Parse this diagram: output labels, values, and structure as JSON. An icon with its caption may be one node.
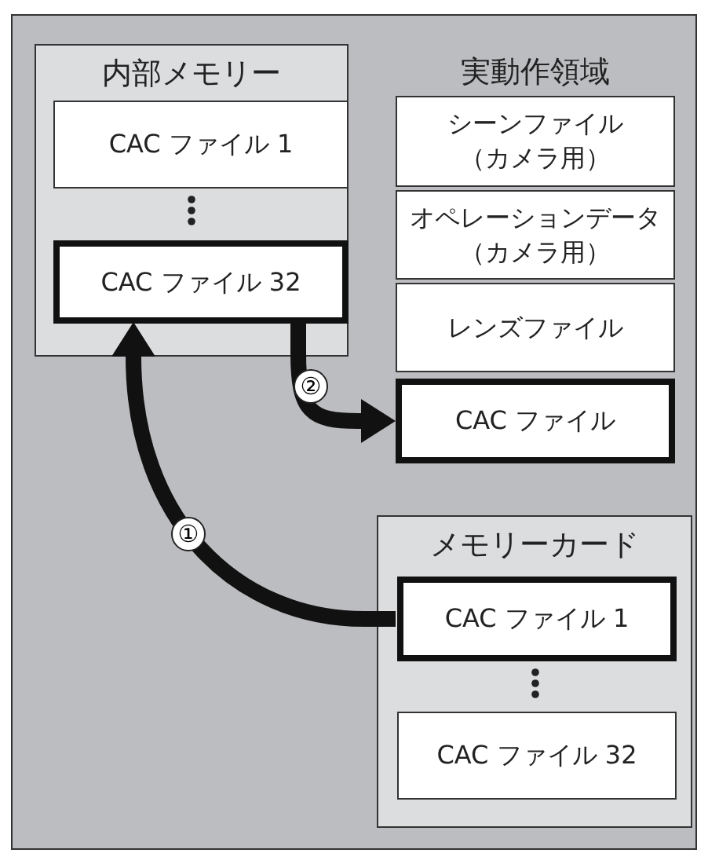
{
  "diagram": {
    "nodes": [
      {
        "text": [
          "内部メモリー"
        ]
      },
      {
        "text": [
          "CAC ファイル 1"
        ],
        "in": 0
      },
      {
        "text": [
          "CAC ファイル 32"
        ],
        "in": 0
      },
      {
        "text": [
          "シーンファイル（カメラ用）"
        ]
      },
      {
        "text": [
          "オペレーションデータ（カメラ用）"
        ]
      },
      {
        "text": [
          "レンズファイル"
        ]
      },
      {
        "text": [
          "CAC ファイル"
        ]
      },
      {
        "text": [
          "メモリーカード"
        ]
      },
      {
        "text": [
          "CAC ファイル 1"
        ],
        "in": 7
      },
      {
        "text": [
          "CAC ファイル 32"
        ],
        "in": 7
      }
    ],
    "edges": [
      {
        "from": 8,
        "to": 2,
        "arrow": "to",
        "label": "①"
      },
      {
        "from": 2,
        "to": 6,
        "arrow": "to",
        "label": "②"
      }
    ],
    "labels": [
      "実動作領域"
    ]
  }
}
